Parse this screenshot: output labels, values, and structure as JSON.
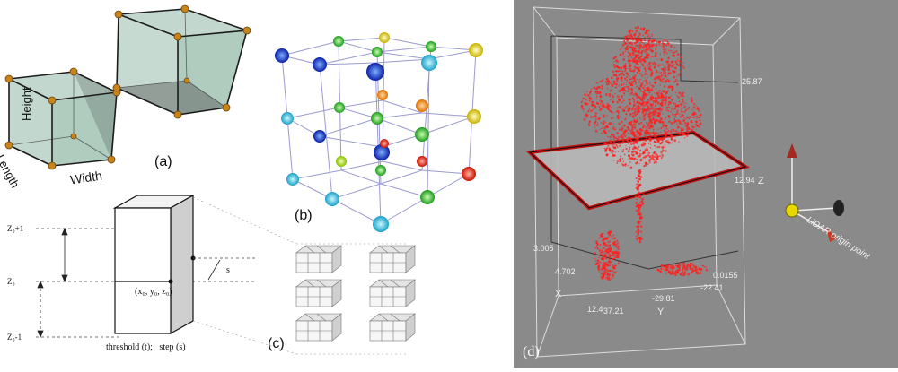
{
  "panel_a": {
    "label": "(a)",
    "axis_height": "Height",
    "axis_length": "Length",
    "axis_width": "Width",
    "colors": {
      "face": "#8fb6a4",
      "edge": "#1c1c1c",
      "node": "#c98418"
    }
  },
  "panel_b": {
    "label": "(b)",
    "colors": {
      "edge": "#9a9ad0"
    }
  },
  "panel_c": {
    "label": "(c)",
    "tick_top": "Z₀+1",
    "tick_mid": "Z₀",
    "tick_bottom": "Z₀-1",
    "point_label": "(x₀, y₀, z₀)",
    "step_mark": "s",
    "caption": "threshold (t);   step (s)"
  },
  "panel_d": {
    "label": "(d)",
    "axis_z": "Z",
    "axis_x": "X",
    "axis_y": "Y",
    "tick_z_top": "25.87",
    "tick_z_mid": "12.94",
    "tick_z_zero": "0.0155",
    "tick_x_1": "3.005",
    "tick_x_2": "4.702",
    "tick_x_3": "12.4",
    "tick_y_1": "37.21",
    "tick_y_2": "-29.81",
    "tick_y_3": "-22.41",
    "origin_label": "LiDAR origin point",
    "colors": {
      "background": "#8a8a8a",
      "points": "#ff2020",
      "plane": "#b8b8b8",
      "plane_border": "#c01010"
    }
  }
}
